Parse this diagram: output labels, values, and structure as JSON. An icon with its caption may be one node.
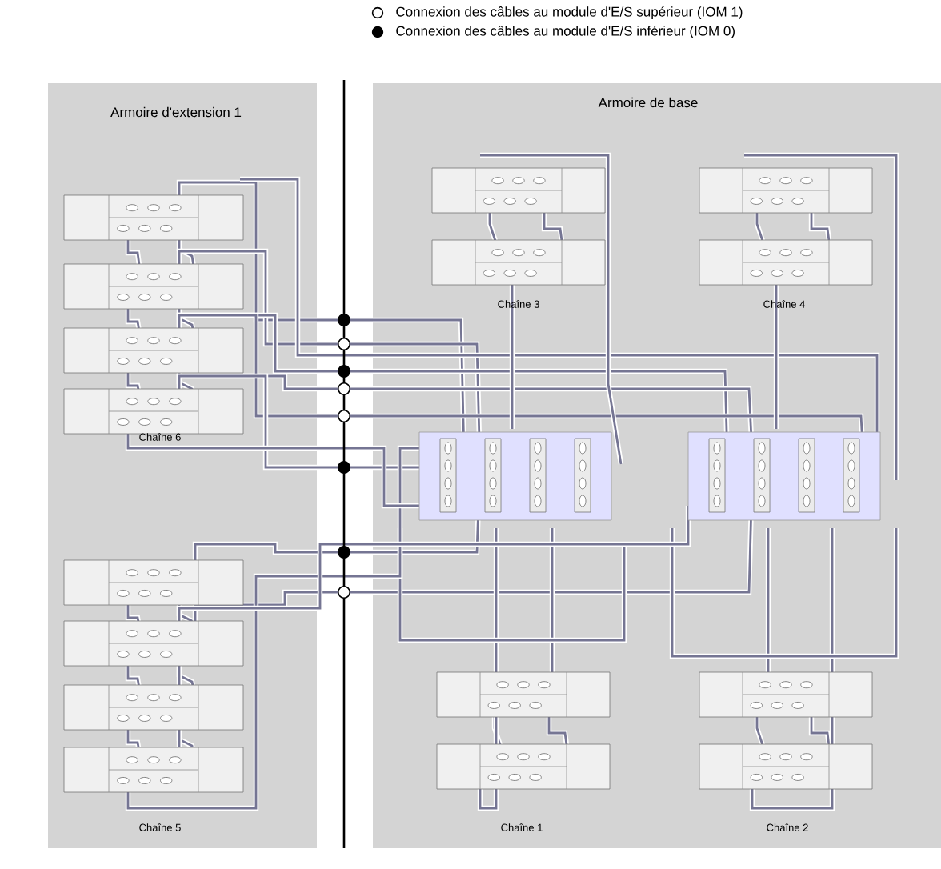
{
  "diagram": {
    "nodes": [
      {
        "text": [
          "Armoire d'extension 1"
        ]
      },
      {
        "text": [
          "Armoire de base"
        ]
      }
    ],
    "edges": [],
    "labels": [
      "Chaîne 3",
      "Chaîne 4",
      "Chaîne 6",
      "Chaîne 5",
      "Chaîne 1",
      "Chaîne 2"
    ],
    "legend": [
      {
        "text": "Connexion des câbles au module d'E/S supérieur (IOM 1)"
      },
      {
        "text": "Connexion des câbles au module d'E/S inférieur (IOM 0)"
      }
    ]
  }
}
